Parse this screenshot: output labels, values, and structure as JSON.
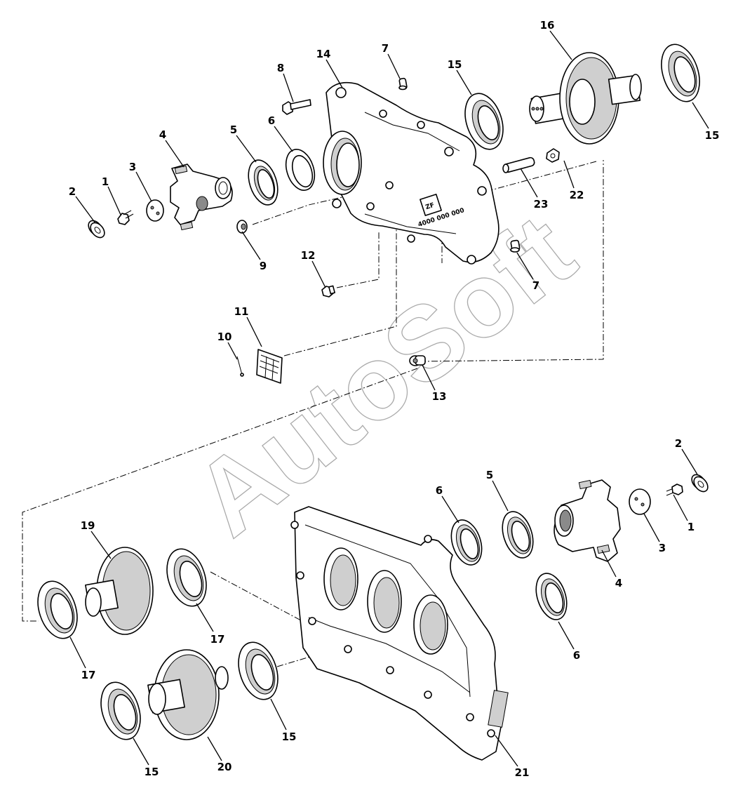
{
  "watermark": "AutoSoft",
  "housing_logo": "ZF",
  "housing_marking": "4000 000 000",
  "callouts": {
    "c1a": "1",
    "c2a": "2",
    "c3a": "3",
    "c4a": "4",
    "c5a": "5",
    "c6a": "6",
    "c7a": "7",
    "c7b": "7",
    "c8": "8",
    "c9": "9",
    "c10": "10",
    "c11": "11",
    "c12": "12",
    "c13": "13",
    "c14": "14",
    "c15a": "15",
    "c15b": "15",
    "c16": "16",
    "c22": "22",
    "c23": "23",
    "c1b": "1",
    "c2b": "2",
    "c3b": "3",
    "c4b": "4",
    "c5b": "5",
    "c6b": "6",
    "c6c": "6",
    "c15c": "15",
    "c15d": "15",
    "c17a": "17",
    "c17b": "17",
    "c19": "19",
    "c20": "20",
    "c21": "21"
  }
}
